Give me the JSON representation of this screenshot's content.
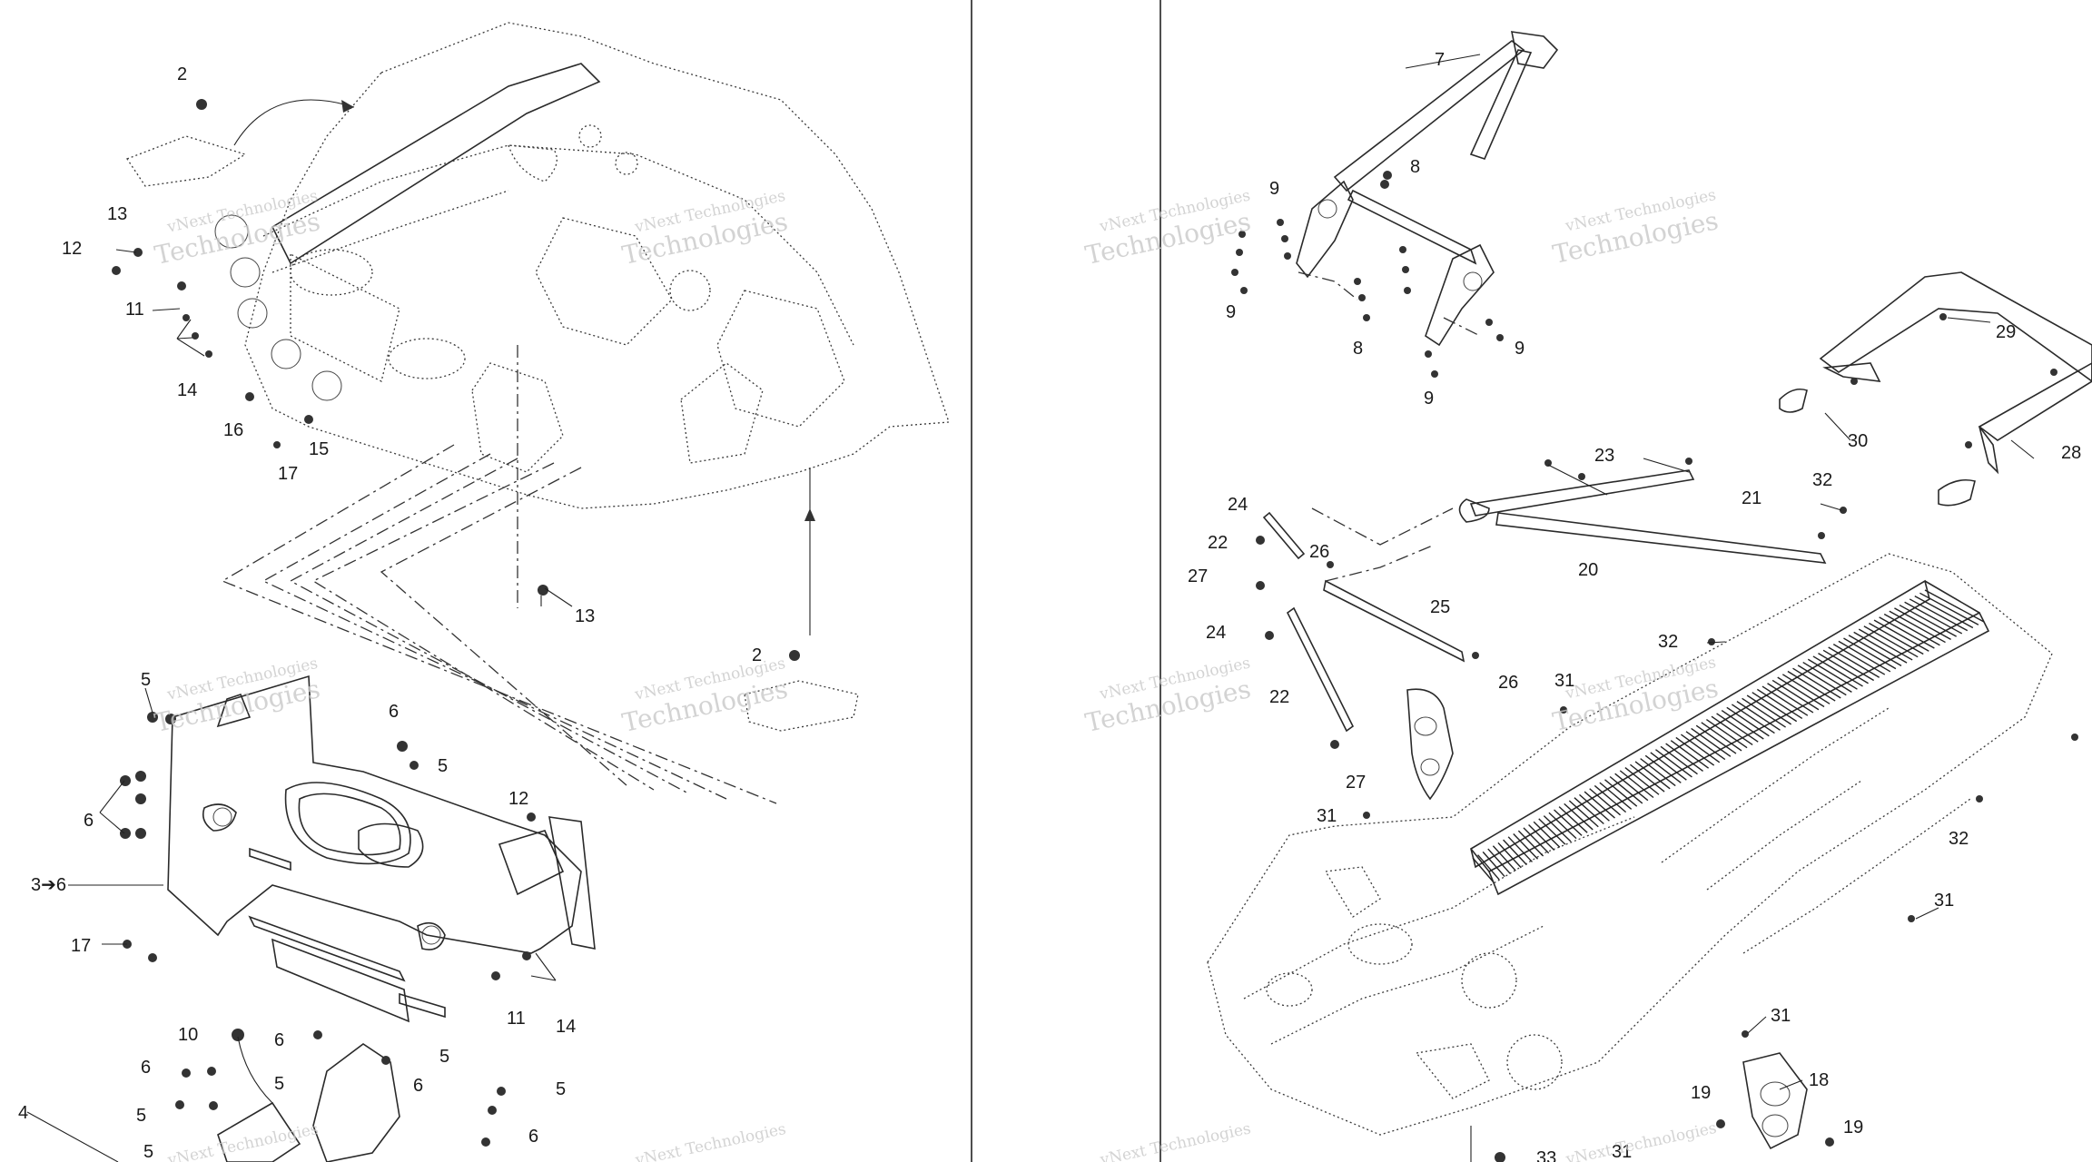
{
  "watermark": {
    "line1": "vNext Technologies",
    "line2": "Technologies"
  },
  "callouts": {
    "left_upper": [
      "2",
      "13",
      "12",
      "11",
      "14",
      "16",
      "17",
      "15",
      "13",
      "2"
    ],
    "left_lower": [
      "5",
      "6",
      "5",
      "6",
      "3➔6",
      "17",
      "12",
      "11",
      "14",
      "10",
      "6",
      "5",
      "6",
      "5",
      "5",
      "6",
      "5",
      "6",
      "4",
      "5"
    ],
    "right_upper": [
      "7",
      "8",
      "9",
      "9",
      "8",
      "9",
      "9"
    ],
    "right_middle": [
      "23",
      "21",
      "24",
      "22",
      "26",
      "27",
      "20",
      "25",
      "24",
      "22",
      "26",
      "27",
      "32",
      "31",
      "32",
      "31",
      "32",
      "31",
      "29",
      "30",
      "28"
    ],
    "right_lower": [
      "31",
      "18",
      "19",
      "19",
      "33",
      "31"
    ]
  }
}
